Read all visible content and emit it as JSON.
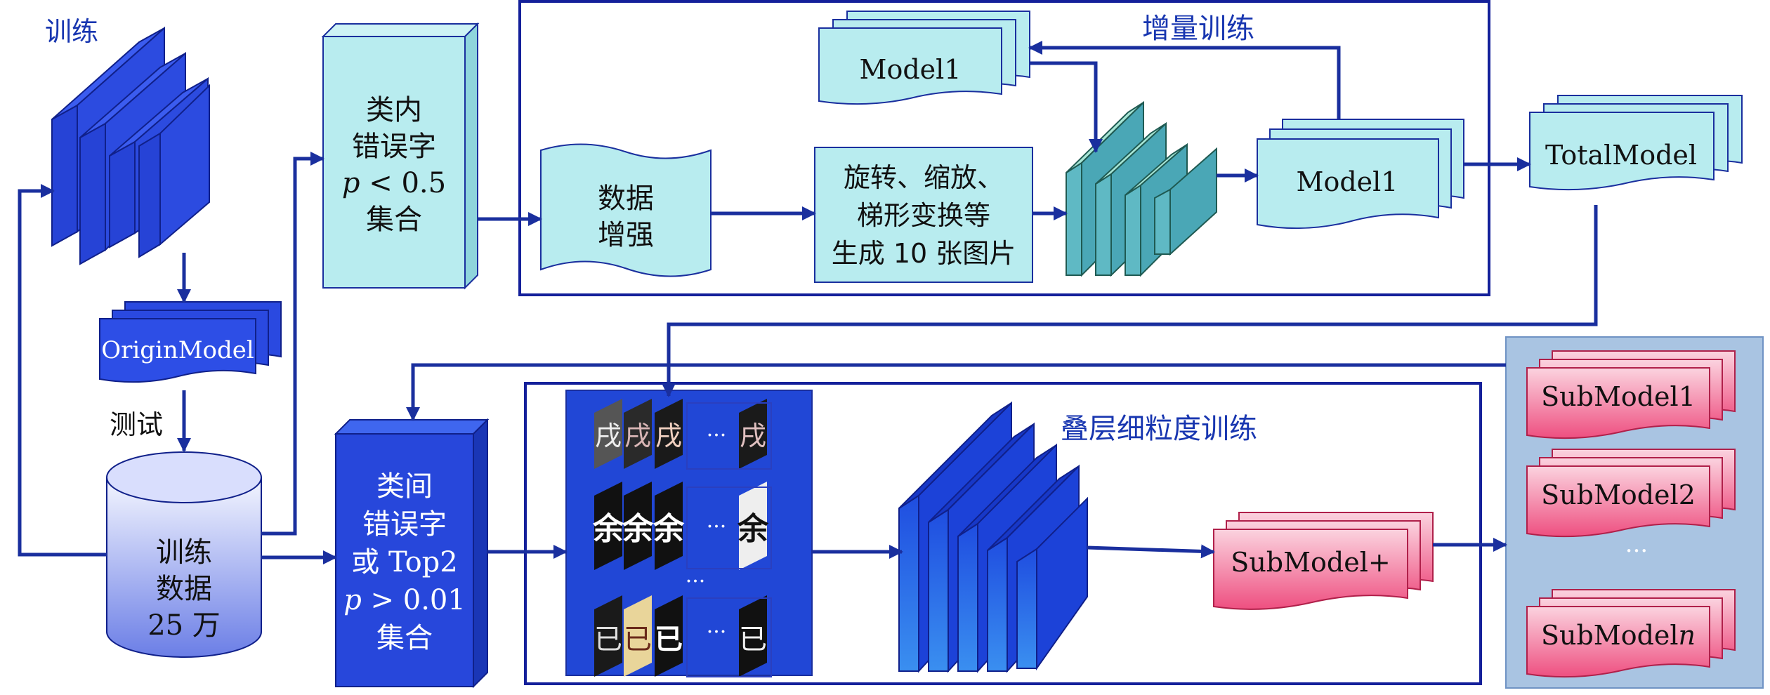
{
  "labels": {
    "train_top": "训练",
    "test": "测试",
    "incremental": "增量训练",
    "stacked": "叠层细粒度训练"
  },
  "nodes": {
    "origin_model": "OriginModel",
    "train_data": [
      "训练",
      "数据",
      "25 万"
    ],
    "intra_class": {
      "line1": "类内",
      "line2": "错误字",
      "cond_var": "p",
      "cond_rest": " < 0.5",
      "line4": "集合"
    },
    "data_aug": [
      "数据",
      "增强"
    ],
    "transform": [
      "旋转、缩放、",
      "梯形变换等",
      "生成 10 张图片"
    ],
    "model1_top": "Model1",
    "model1_mid": "Model1",
    "total_model": "TotalModel",
    "inter_class": {
      "line1": "类间",
      "line2": "错误字",
      "line3": "或 Top2",
      "cond_var": "p",
      "cond_rest": " > 0.01",
      "line5": "集合"
    },
    "sub_model_plus": "SubModel+",
    "sub_models": {
      "m1": "SubModel1",
      "m2": "SubModel2",
      "dots": "···",
      "mn_prefix": "SubModel",
      "mn_var": "n"
    }
  },
  "char_samples": {
    "row1": [
      "戌",
      "戌",
      "戌",
      "戌"
    ],
    "row2": [
      "余",
      "余",
      "余",
      "余"
    ],
    "row3": [
      "已",
      "已",
      "已",
      "已"
    ],
    "ellipsis": "···",
    "vdots": "⋮"
  },
  "colors": {
    "deep_blue": "#2440d8",
    "cyan": "#b8ecef",
    "teal": "#5fb9c4",
    "pink": "#f6a6c0",
    "line": "#1a2f9e",
    "panel_blue": "#a9c4e2"
  }
}
